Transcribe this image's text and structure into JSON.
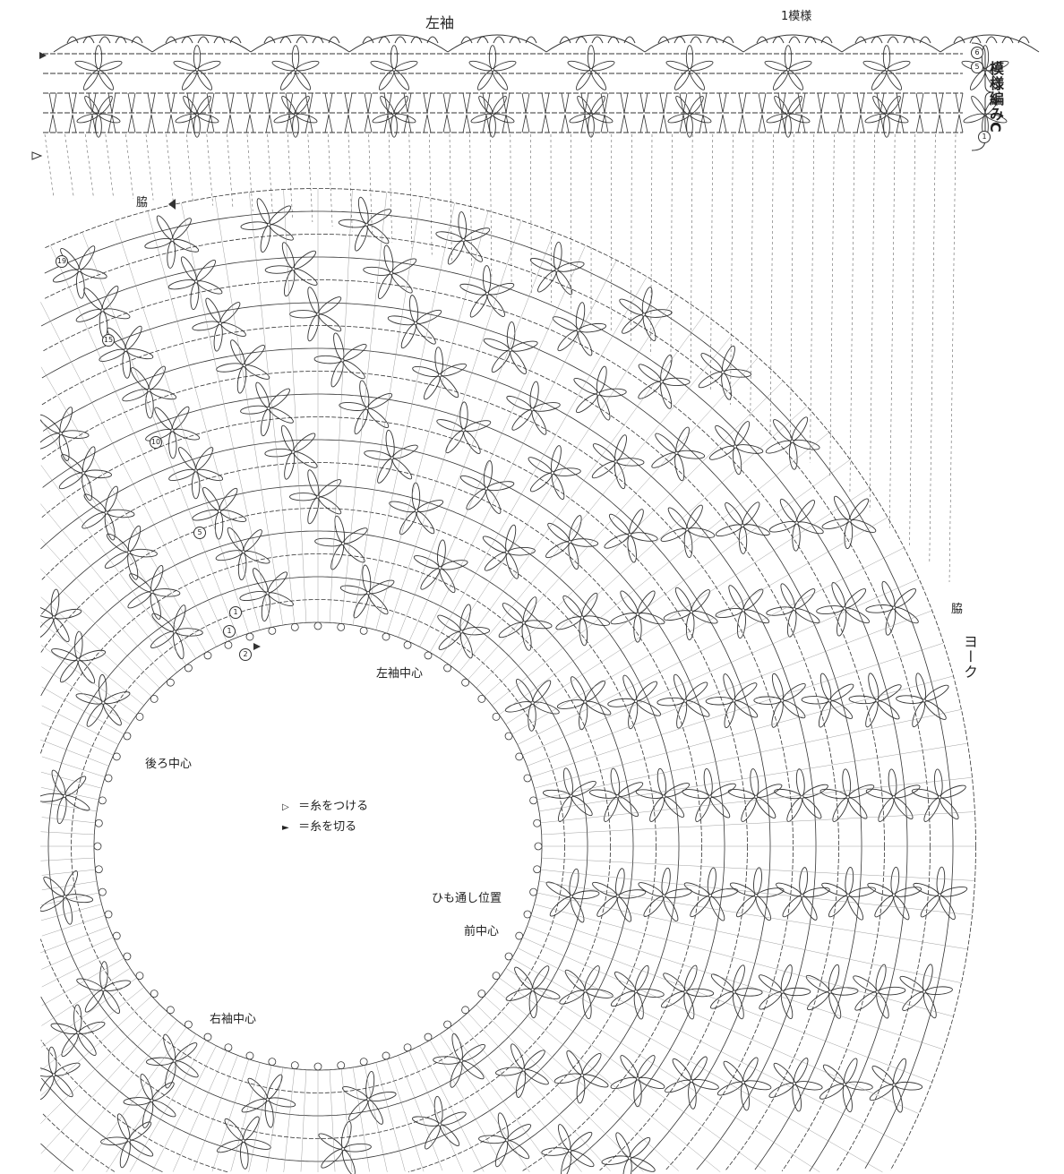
{
  "top_band": {
    "title": "左袖",
    "repeat_label": "1模様",
    "pattern_label": "模様編みC",
    "row_markers": [
      "6",
      "5",
      "1"
    ]
  },
  "yoke": {
    "label": "ヨーク",
    "side_label_top": "脇",
    "side_label_right": "脇",
    "row_markers": [
      "19",
      "15",
      "10",
      "5",
      "1",
      "1",
      "2"
    ],
    "annotations": {
      "left_sleeve_center": "左袖中心",
      "back_center": "後ろ中心",
      "cord_position": "ひも通し位置",
      "front_center": "前中心",
      "right_sleeve_center": "右袖中心"
    }
  },
  "legend": [
    {
      "icon": "open-triangle-icon",
      "symbol": "▷",
      "text": "＝糸をつける"
    },
    {
      "icon": "filled-triangle-icon",
      "symbol": "►",
      "text": "＝糸を切る"
    }
  ],
  "colors": {
    "ink": "#333333",
    "background": "#ffffff"
  }
}
